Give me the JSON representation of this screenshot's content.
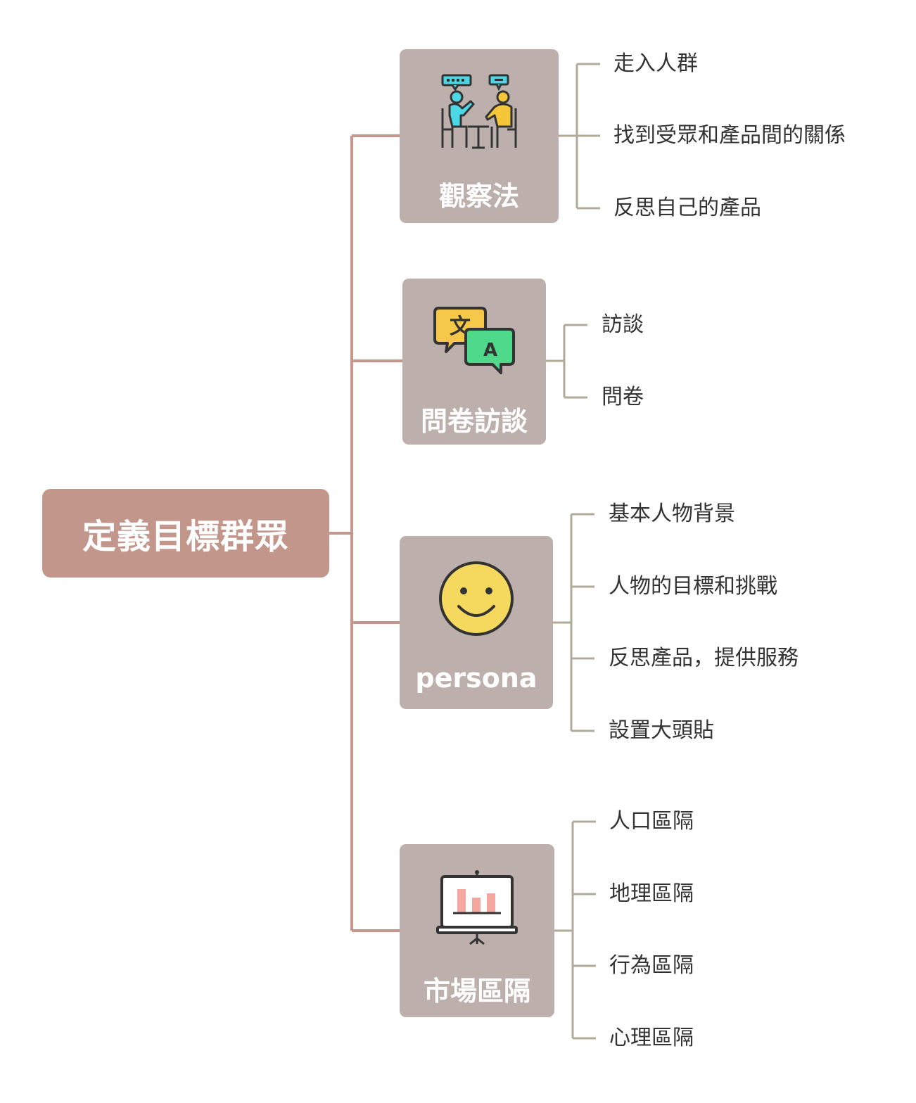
{
  "root": {
    "title": "定義目標群眾"
  },
  "branches": [
    {
      "label": "觀察法",
      "icon": "people-meeting-icon",
      "leaves": [
        "走入人群",
        "找到受眾和產品間的關係",
        "反思自己的產品"
      ]
    },
    {
      "label": "問卷訪談",
      "icon": "translate-chat-icon",
      "leaves": [
        "訪談",
        "問卷"
      ]
    },
    {
      "label": "persona",
      "icon": "smiley-face-icon",
      "leaves": [
        "基本人物背景",
        "人物的目標和挑戰",
        "反思產品，提供服務",
        "設置大頭貼"
      ]
    },
    {
      "label": "市場區隔",
      "icon": "presentation-chart-icon",
      "leaves": [
        "人口區隔",
        "地理區隔",
        "行為區隔",
        "心理區隔"
      ]
    }
  ],
  "colors": {
    "root_fill": "#c2968b",
    "branch_fill": "#bdb0ac",
    "main_connector": "#c2968b",
    "leaf_connector": "#b0ab98",
    "leaf_text": "#333333"
  }
}
